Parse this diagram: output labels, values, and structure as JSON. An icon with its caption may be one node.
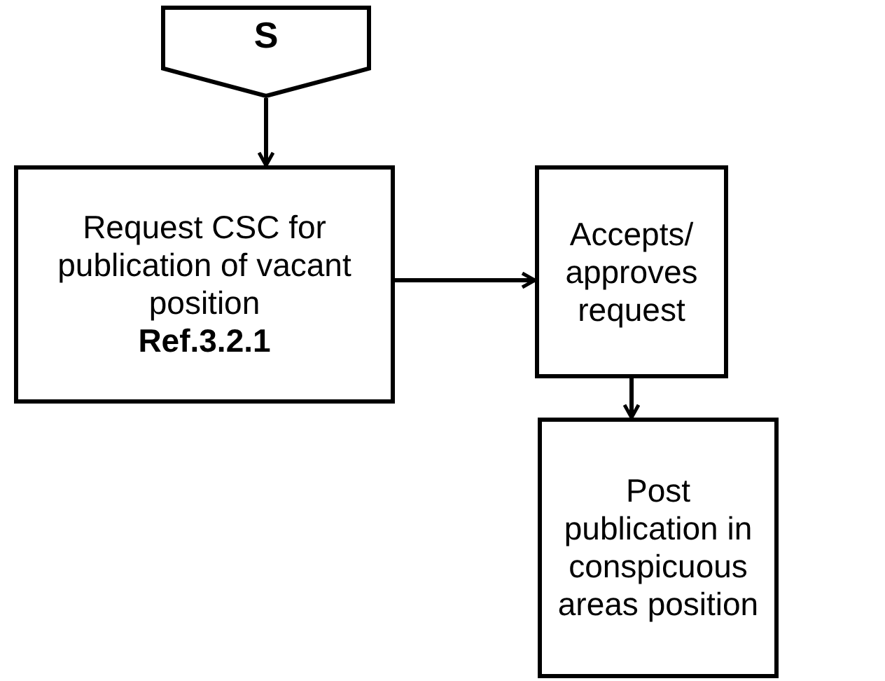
{
  "diagram": {
    "nodes": [
      {
        "text": [
          "S"
        ]
      },
      {
        "text": [
          "Request CSC for publication of vacant position",
          "Ref.3.2.1"
        ]
      },
      {
        "text": [
          "Accepts/ approves request"
        ]
      },
      {
        "text": [
          "Post publication in conspicuous areas position"
        ]
      }
    ],
    "edges": [
      {
        "from": 0,
        "to": 1,
        "arrow": "to"
      },
      {
        "from": 1,
        "to": 2,
        "arrow": "to"
      },
      {
        "from": 2,
        "to": 3,
        "arrow": "to"
      }
    ]
  }
}
